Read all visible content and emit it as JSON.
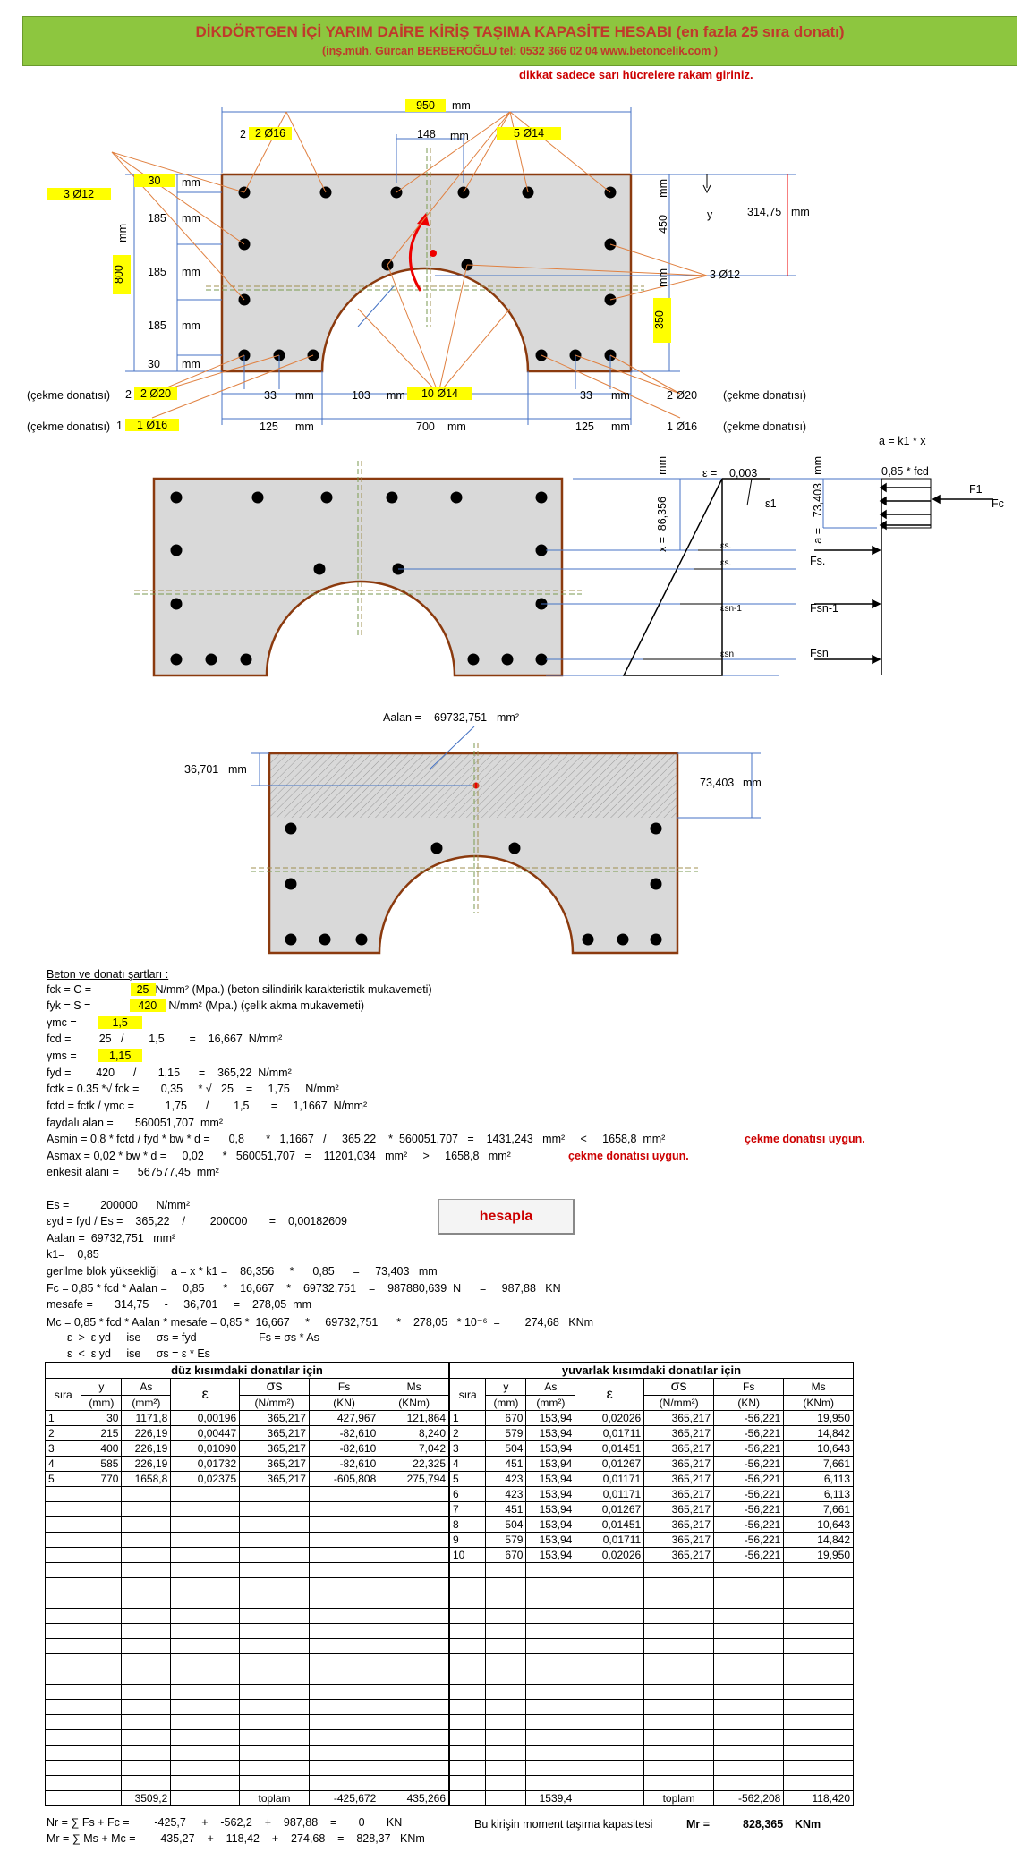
{
  "header": {
    "title": "DİKDÖRTGEN İÇİ YARIM DAİRE KİRİŞ TAŞIMA KAPASİTE HESABI (en fazla 25 sıra donatı)",
    "subtitle": "(inş.müh. Gürcan BERBEROĞLU tel: 0532 366 02 04   www.betoncelik.com )",
    "warning": "dikkat sadece sarı hücrelere rakam giriniz."
  },
  "section1": {
    "width": "950",
    "mm": "mm",
    "top_bars": "2 Ø16",
    "top_spacing": "148",
    "mid_bars": "5 Ø14",
    "left_bars": "3 Ø12",
    "cover_top": "30",
    "s1": "185",
    "s2": "185",
    "s3": "185",
    "cover_bot": "30",
    "height": "800",
    "y_label": "y",
    "y_val": "314,75",
    "dim450": "450",
    "dim350": "350",
    "right_bars": "3 Ø12",
    "bot_left_bars": "2 Ø20",
    "bot_left_bars2": "1 Ø16",
    "cekme": "(çekme donatısı)",
    "d33a": "33",
    "d33b": "33",
    "d103": "103",
    "arc_bars": "10 Ø14",
    "bot_right_bars": "2 Ø20",
    "bot_right_bars2": "1 Ø16",
    "d125a": "125",
    "d700": "700",
    "d125b": "125"
  },
  "section2": {
    "eps_label": "ε =",
    "eps_val": "0,003",
    "x_label": "x =",
    "x_val": "86,356",
    "a_label": "a =",
    "a_val": "73,403",
    "a_formula": "a = k1 * x",
    "fcd_label": "0,85 * fcd",
    "F1": "F1",
    "Fc": "Fc",
    "e1": "ε1",
    "es1": "εs.",
    "es2": "εs.",
    "esn1": "εsn-1",
    "esn": "εsn",
    "Fs1": "Fs.",
    "Fsn1": "Fsn-1",
    "Fsn": "Fsn"
  },
  "section3": {
    "area_label": "Aalan =",
    "area_val": "69732,751",
    "area_unit": "mm²",
    "d1": "36,701",
    "d2": "73,403"
  },
  "calc": {
    "heading": "Beton ve donatı şartları :",
    "l1": [
      "fck = C =",
      "25",
      "N/mm² (Mpa.) (beton silindirik karakteristik mukavemeti)"
    ],
    "l2": [
      "fyk = S =",
      "420",
      "N/mm² (Mpa.) (çelik akma mukavemeti)"
    ],
    "l3": [
      "γmc =",
      "1,5"
    ],
    "l4": "fcd =         25   /        1,5        =    16,667  N/mm²",
    "l5": [
      "γms =",
      "1,15"
    ],
    "l6": "fyd =        420      /       1,15      =    365,22  N/mm²",
    "l7": "fctk = 0.35 *√ fck =       0,35     * √   25    =     1,75     N/mm²",
    "l8": "fctd = fctk / γmc =          1,75      /        1,5       =     1,1667  N/mm²",
    "l9": "faydalı alan =       560051,707  mm²",
    "l10": "Asmin = 0,8 * fctd / fyd * bw * d =      0,8       *   1,1667   /     365,22    *  560051,707   =    1431,243   mm²     <     1658,8  mm²",
    "l10r": "çekme donatısı uygun.",
    "l11": "Asmax = 0,02 * bw * d =     0,02      *   560051,707   =    11201,034   mm²     >     1658,8   mm²",
    "l11r": "çekme donatısı uygun.",
    "l12": "enkesit alanı =      567577,45  mm²",
    "l13": "Es =          200000      N/mm²",
    "l14": "εyd = fyd / Es =    365,22    /        200000       =    0,00182609",
    "l15": "Aalan =  69732,751   mm²",
    "l16": "k1=    0,85",
    "l17": "gerilme blok yüksekliği    a = x * k1 =    86,356     *      0,85      =     73,403   mm",
    "l18": "Fc = 0,85 * fcd * Aalan =     0,85      *    16,667    *    69732,751    =    987880,639  N      =     987,88   KN",
    "l19": "mesafe =       314,75     -     36,701     =    278,05  mm",
    "l20": "Mc = 0,85 * fcd * Aalan * mesafe = 0,85 *  16,667     *     69732,751      *    278,05   * 10⁻⁶  =        274,68   KNm",
    "l21": "ε  >  ε yd     ise     σs = fyd                    Fs = σs * As",
    "l22": "ε  <  ε yd     ise     σs = ε * Es",
    "button": "hesapla"
  },
  "table_left": {
    "title": "düz kısımdaki donatılar için",
    "headers": [
      "sıra",
      "y",
      "As",
      "ε",
      "σs",
      "Fs",
      "Ms"
    ],
    "units": [
      "",
      "(mm)",
      "(mm²)",
      "",
      "(N/mm²)",
      "(KN)",
      "(KNm)"
    ],
    "rows": [
      [
        "1",
        "30",
        "1171,8",
        "0,00196",
        "365,217",
        "427,967",
        "121,864"
      ],
      [
        "2",
        "215",
        "226,19",
        "0,00447",
        "365,217",
        "-82,610",
        "8,240"
      ],
      [
        "3",
        "400",
        "226,19",
        "0,01090",
        "365,217",
        "-82,610",
        "7,042"
      ],
      [
        "4",
        "585",
        "226,19",
        "0,01732",
        "365,217",
        "-82,610",
        "22,325"
      ],
      [
        "5",
        "770",
        "1658,8",
        "0,02375",
        "365,217",
        "-605,808",
        "275,794"
      ]
    ],
    "total_as": "3509,2",
    "total_label": "toplam",
    "total_fs": "-425,672",
    "total_ms": "435,266"
  },
  "table_right": {
    "title": "yuvarlak kısımdaki donatılar için",
    "headers": [
      "sıra",
      "y",
      "As",
      "ε",
      "σs",
      "Fs",
      "Ms"
    ],
    "units": [
      "",
      "(mm)",
      "(mm²)",
      "",
      "(N/mm²)",
      "(KN)",
      "(KNm)"
    ],
    "rows": [
      [
        "1",
        "670",
        "153,94",
        "0,02026",
        "365,217",
        "-56,221",
        "19,950"
      ],
      [
        "2",
        "579",
        "153,94",
        "0,01711",
        "365,217",
        "-56,221",
        "14,842"
      ],
      [
        "3",
        "504",
        "153,94",
        "0,01451",
        "365,217",
        "-56,221",
        "10,643"
      ],
      [
        "4",
        "451",
        "153,94",
        "0,01267",
        "365,217",
        "-56,221",
        "7,661"
      ],
      [
        "5",
        "423",
        "153,94",
        "0,01171",
        "365,217",
        "-56,221",
        "6,113"
      ],
      [
        "6",
        "423",
        "153,94",
        "0,01171",
        "365,217",
        "-56,221",
        "6,113"
      ],
      [
        "7",
        "451",
        "153,94",
        "0,01267",
        "365,217",
        "-56,221",
        "7,661"
      ],
      [
        "8",
        "504",
        "153,94",
        "0,01451",
        "365,217",
        "-56,221",
        "10,643"
      ],
      [
        "9",
        "579",
        "153,94",
        "0,01711",
        "365,217",
        "-56,221",
        "14,842"
      ],
      [
        "10",
        "670",
        "153,94",
        "0,02026",
        "365,217",
        "-56,221",
        "19,950"
      ]
    ],
    "total_as": "1539,4",
    "total_label": "toplam",
    "total_fs": "-562,208",
    "total_ms": "118,420"
  },
  "bottom": {
    "nr": "Nr = ∑ Fs + Fc =        -425,7     +    -562,2    +    987,88    =       0       KN",
    "mr": "Mr = ∑ Ms + Mc =        435,27    +    118,42    +    274,68    =    828,37   KNm",
    "cap_label": "Bu kirişin moment taşıma kapasitesi",
    "mr_label": "Mr  =",
    "mr_val": "828,365",
    "mr_unit": "KNm"
  }
}
